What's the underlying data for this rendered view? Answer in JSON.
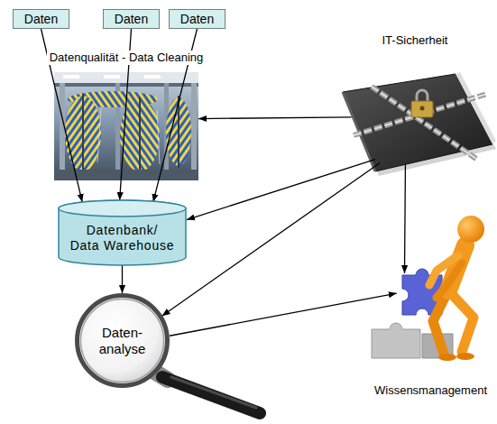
{
  "diagram": {
    "nodes": [
      {
        "text": [
          "Daten"
        ]
      },
      {
        "text": [
          "Daten"
        ]
      },
      {
        "text": [
          "Daten"
        ]
      },
      {
        "text": [
          "Datenqualität - Data Cleaning"
        ]
      },
      {
        "text": [
          "IT-Sicherheit"
        ]
      },
      {
        "text": [
          "Datenbank/ Data Warehouse"
        ]
      },
      {
        "text": [
          "Daten- analyse"
        ]
      },
      {
        "text": [
          "Wissensmanagement"
        ]
      }
    ],
    "edges": [
      {
        "from": 0,
        "to": 5,
        "arrow": "to"
      },
      {
        "from": 1,
        "to": 5,
        "arrow": "to"
      },
      {
        "from": 2,
        "to": 5,
        "arrow": "to"
      },
      {
        "from": 4,
        "to": 3,
        "arrow": "to"
      },
      {
        "from": 4,
        "to": 5,
        "arrow": "to"
      },
      {
        "from": 4,
        "to": 6,
        "arrow": "to"
      },
      {
        "from": 4,
        "to": 7,
        "arrow": "to"
      },
      {
        "from": 5,
        "to": 6,
        "arrow": "to"
      },
      {
        "from": 6,
        "to": 7,
        "arrow": "to"
      }
    ]
  }
}
